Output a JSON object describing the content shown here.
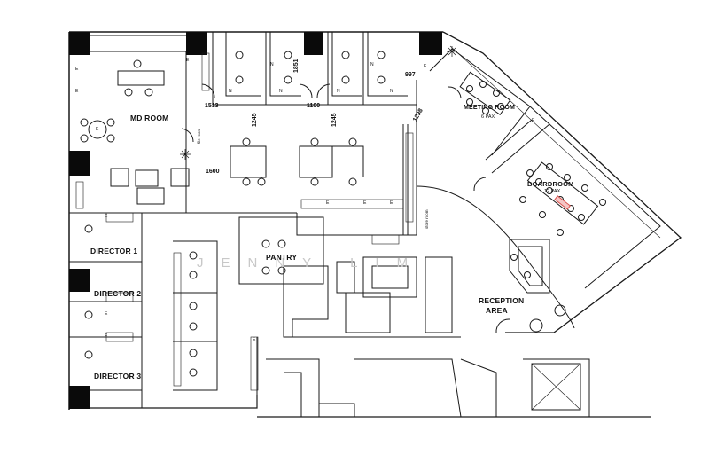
{
  "rooms": {
    "md_room": "MD ROOM",
    "meeting_room": "MEETING ROOM",
    "meeting_room_pax": "6 PAX",
    "boardroom": "BOARDROOM",
    "boardroom_pax": "12 PAX",
    "director1": "DIRECTOR 1",
    "director2": "DIRECTOR 2",
    "director3": "DIRECTOR 3",
    "pantry": "PANTRY",
    "reception_line1": "RECEPTION",
    "reception_line2": "AREA"
  },
  "dimensions": {
    "d1513": "1513",
    "d1100": "1100",
    "d997": "997",
    "d1851": "1851",
    "d1245a": "1245",
    "d1245b": "1245",
    "d1298": "1298",
    "d1600": "1600"
  },
  "small_text": {
    "file_room": "file room",
    "store_room": "store room"
  },
  "markers": {
    "e": "E",
    "n": "N"
  },
  "watermark": "JENNY LIM",
  "colors": {
    "line": "#1a1a1a",
    "column_fill": "#0a0a0a",
    "highlight": "#d9534f",
    "watermark": "#c8c8c8"
  }
}
